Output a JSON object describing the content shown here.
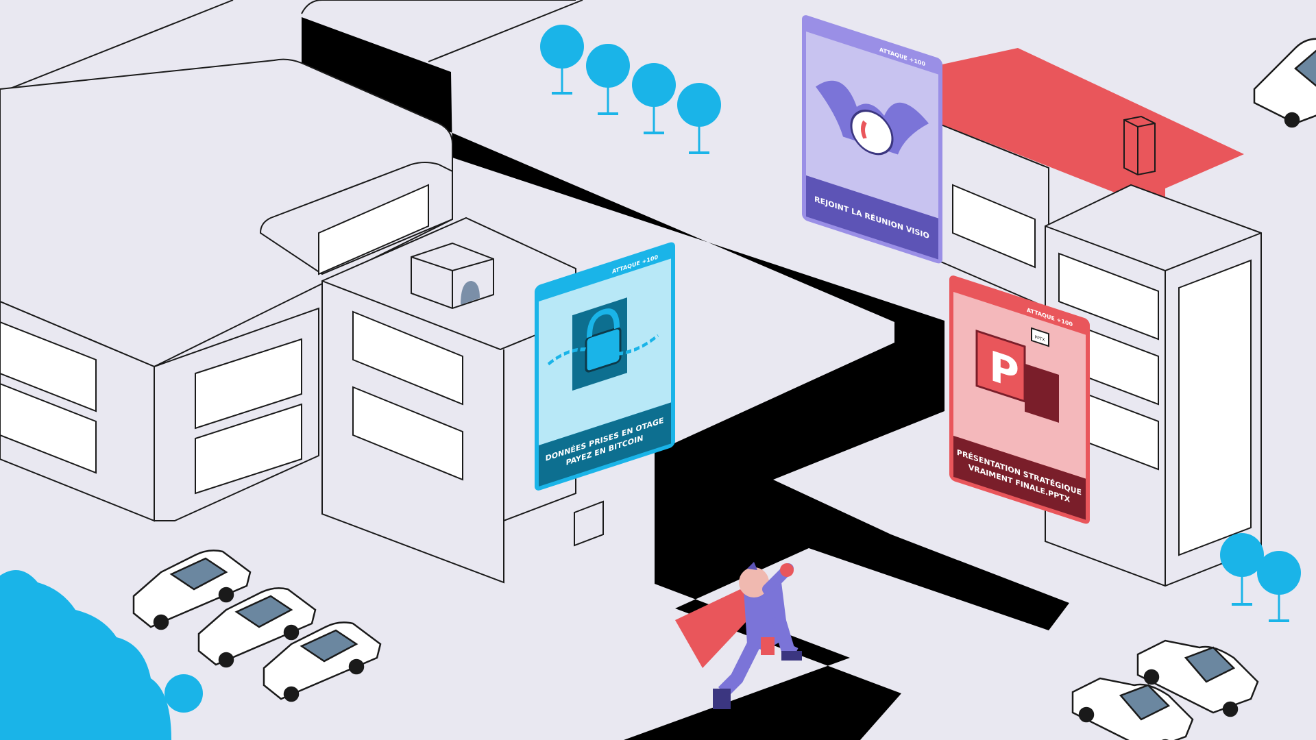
{
  "scene": {
    "description_free": true,
    "colors": {
      "background": "#e9e8f1",
      "road": "#000000",
      "tree": "#1ab4e8",
      "roof_red": "#e9565b",
      "hero_cape": "#e9565b",
      "hero_suit": "#7b74d8"
    }
  },
  "cards": [
    {
      "id": "ransomware",
      "badge": "ATTAQUE +100",
      "line1": "DONNÉES PRISES EN OTAGE",
      "line2": "PAYEZ EN BITCOIN",
      "color": "#1ab4e8",
      "icon": "padlock-chains-icon"
    },
    {
      "id": "visio",
      "badge": "ATTAQUE +100",
      "line1": "REJOINT LA RÉUNION VISIO",
      "line2": "",
      "color": "#9a8fe6",
      "icon": "bat-phone-icon"
    },
    {
      "id": "pptx",
      "badge": "ATTAQUE +100",
      "line1": "PRÉSENTATION STRATÉGIQUE",
      "line2": "VRAIMENT FINALE.PPTX",
      "color": "#e9565b",
      "icon": "powerpoint-monster-icon"
    }
  ],
  "icons": {
    "fly_badge_1": "PPTX"
  }
}
